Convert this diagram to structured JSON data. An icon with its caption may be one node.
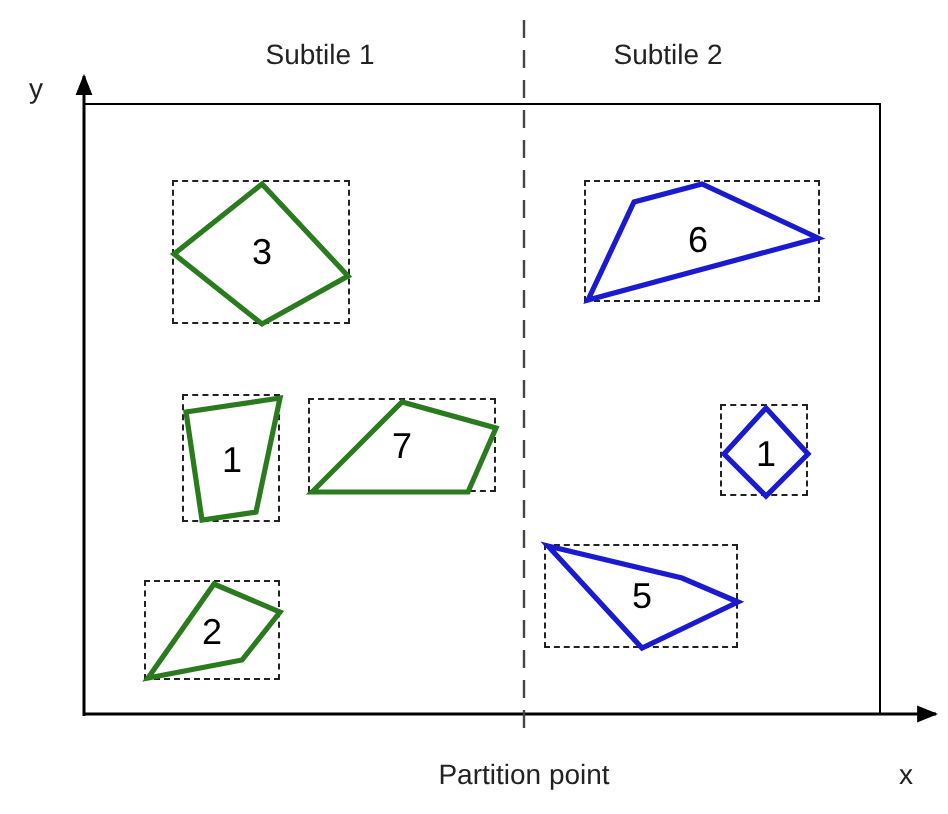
{
  "diagram": {
    "nodes": [
      {
        "text": [
          "3"
        ]
      },
      {
        "text": [
          "6"
        ]
      },
      {
        "text": [
          "1"
        ]
      },
      {
        "text": [
          "7"
        ]
      },
      {
        "text": [
          "1"
        ]
      },
      {
        "text": [
          "5"
        ]
      },
      {
        "text": [
          "2"
        ]
      }
    ],
    "labels": [
      "Subtile 1",
      "Subtile 2",
      "y",
      "Partition point",
      "x"
    ]
  }
}
